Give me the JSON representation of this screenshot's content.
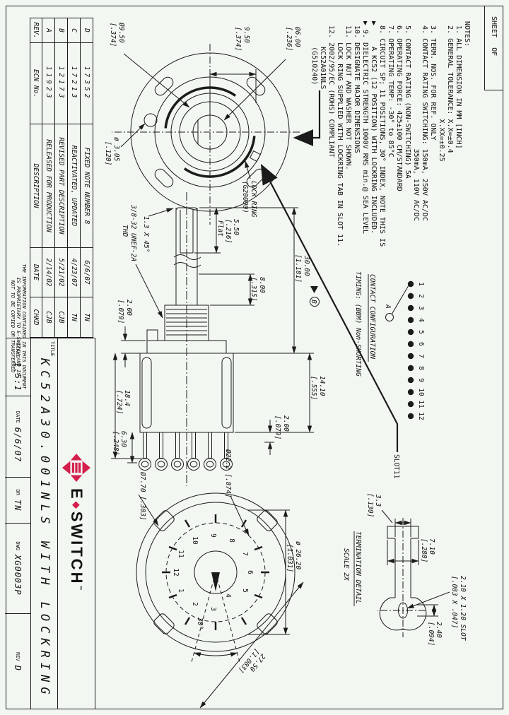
{
  "colors": {
    "accent": "#d41f4c",
    "line": "#1b1b1b",
    "background": "#f2f7f2"
  },
  "sheet_header": {
    "sheet": "SHEET",
    "of": "OF"
  },
  "notes": {
    "text": "NOTES:\n 1. ALL DIMENSION IN MM [INCH]\n 2. GENERAL TOLERANCE: X.X=±0.4\n                       X.XX=±0.25\n 3. TERM. NOS. FOR REF. ONLY\n 4. CONTACT RATING SWITCHING: 150mA, 250V AC/DC\n                              350mA, 110V AC/DC\n 5. CONTACT RATING (NON-SWITCHING) 5A\n 6. OPERATING FORCE: 425±100 CM/STANDARD\n 7. OPERATING TEMP: -30° to 85°C\n 8. CIRCUIT SP; 11 POSITIONS, 30° INDEX, NOTE THIS IS\n▶     A KC52 (12 POSITION) WITH LOCKRING INCLUDED.\n▶ 9. DIELECTRIC STRENGTH 1000V RMS min.@ SEA LEVEL\n 10. DESIGNATE MAJOR DIMENSIONS\n 11. LOCK NUT AND WASHER NOT SHOWN.\n     LOCK RING SUPPLIED WITH LOCKRING TAB IN SLOT 11.\n 12. 2002/95/EC (ROHS) COMPLIANT\n      KC52A01NLS\n      (G510240)"
  },
  "contact_config": {
    "title": "CONTACT CONFIGURATION",
    "timing": "TIMING: (BBM) Non-SHORTING",
    "pole": "A",
    "positions": [
      "1",
      "2",
      "3",
      "4",
      "5",
      "6",
      "7",
      "8",
      "9",
      "10",
      "11",
      "12"
    ]
  },
  "front_view": {
    "shaft_dia_mm": "Ø6.00",
    "shaft_dia_in": "[.236]",
    "bushing_flat_mm": "9.50",
    "bushing_flat_in": "[.374]",
    "bushing_dia_mm": "Ø9.50",
    "bushing_dia_in": "[.374]",
    "hole_dia_mm": "ø 3.05",
    "hole_dia_in": "[.120]",
    "lock_ring_line1": "LOCK RING",
    "lock_ring_line2": "(G20000)",
    "slot_label": "SLOT11"
  },
  "side_view": {
    "chamfer": "1.3 X 45°",
    "thread_line1": "3/8-32 UNEF-2A",
    "thread_line2": "THD",
    "flat_mm": "5.50",
    "flat_in": "[.216]",
    "flat_note": "Flat",
    "shaft_len_mm": "30.00",
    "shaft_len_in": "[1.181]",
    "rev_flag": "B",
    "exposed_mm": "8.00",
    "exposed_in": "[.315]",
    "flange_mm": "2.00",
    "flange_in": "[.079]",
    "body_mm": "14.10",
    "body_in": "[.555]",
    "overall_mm": "18.4",
    "overall_in": "[.724]"
  },
  "bottom_view": {
    "term_mm": "2.00",
    "term_in": "[.079]",
    "lug_mm": "6.30",
    "lug_in": "[.248]",
    "pcd": "Ø22.2 [.874]",
    "post": "Ø7.70 [.303]",
    "outer_mm": "ø 26.20",
    "outer_in": "[1.031]",
    "diag_mm": "27.50",
    "diag_in": "[1.083]",
    "index_angle": "30°",
    "terminals": [
      "1",
      "2",
      "3",
      "4",
      "5",
      "6",
      "7",
      "8",
      "9",
      "10",
      "11",
      "12"
    ]
  },
  "termination_detail": {
    "title": "TERMINATION DETAIL",
    "scale_note": "SCALE 2X",
    "stem_mm": "3.3",
    "stem_in": "[.130]",
    "cap_mm": "7.10",
    "cap_in": "[.280]",
    "end_mm": "2.40",
    "end_in": "[.094]",
    "slot_line1": "2.10 X 1.20 SLOT",
    "slot_line2": "[.083 X .047]"
  },
  "rev_table": {
    "headers": {
      "rev": "REV.",
      "ecn": "ECN No.",
      "description": "DESCRIPTION",
      "date": "DATE",
      "chkd": "CHKD"
    },
    "rows": [
      {
        "rev": "D",
        "ecn": "17352",
        "description": "FIXED NOTE NUMBER 8",
        "date": "6/6/07",
        "chkd": "TN"
      },
      {
        "rev": "C",
        "ecn": "17213",
        "description": "REACTIVATED, UPDATED",
        "date": "4/23/07",
        "chkd": "TN"
      },
      {
        "rev": "B",
        "ecn": "12173",
        "description": "REVISED PART DESCRIPTION",
        "date": "5/21/02",
        "chkd": "CJB"
      },
      {
        "rev": "A",
        "ecn": "11923",
        "description": "RELEASED FOR PRODUCTION",
        "date": "2/14/02",
        "chkd": "CJB"
      }
    ]
  },
  "proprietary": {
    "line1": "THE INFORMATION CONTAINED IN THIS DOCUMENT",
    "line2": "IS PROPRIETARY TO E-SWITCH AND IS",
    "line3": "NOT TO BE COPIED OR TRANSFERRED"
  },
  "title_block": {
    "title_label": "TITLE",
    "title": "KC52A30.001NLS WITH LOCKRING",
    "scale_label": "SCALE",
    "scale": "1.5:1",
    "date_label": "DATE",
    "date": "6/6/07",
    "dr_label": "DR",
    "dr": "TN",
    "dwg_label": "DWG",
    "dwg": "XG0003P",
    "rev_label": "REV",
    "rev": "D",
    "brand_e": "E",
    "brand_sep": "◆",
    "brand_rest": "SWITCH",
    "brand_tm": "™"
  }
}
